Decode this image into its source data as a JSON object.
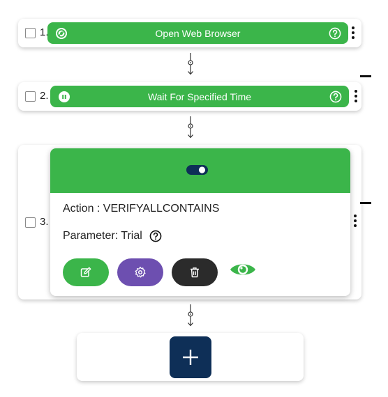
{
  "steps": [
    {
      "number": "1.",
      "label": "Open Web Browser",
      "icon": "chrome-icon"
    },
    {
      "number": "2.",
      "label": "Wait For Specified Time",
      "icon": "pause-icon"
    },
    {
      "number": "3.",
      "action_text": "Action : VERIFYALLCONTAINS",
      "parameter_text": "Parameter: Trial",
      "buttons": [
        "edit-icon",
        "settings-icon",
        "delete-icon",
        "preview-icon"
      ]
    }
  ],
  "colors": {
    "green": "#3bb54a",
    "purple": "#6d4fb0",
    "dark": "#2b2b2b",
    "navy": "#0e2f57"
  }
}
